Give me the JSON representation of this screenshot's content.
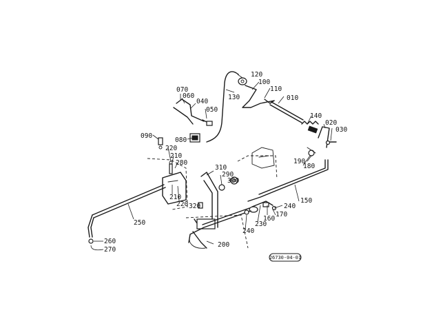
{
  "diagram": {
    "callouts": [
      {
        "id": "c-010",
        "label": "010"
      },
      {
        "id": "c-020",
        "label": "020"
      },
      {
        "id": "c-030",
        "label": "030"
      },
      {
        "id": "c-040",
        "label": "040"
      },
      {
        "id": "c-050",
        "label": "050"
      },
      {
        "id": "c-060",
        "label": "060"
      },
      {
        "id": "c-070",
        "label": "070"
      },
      {
        "id": "c-080",
        "label": "080"
      },
      {
        "id": "c-090",
        "label": "090"
      },
      {
        "id": "c-100",
        "label": "100"
      },
      {
        "id": "c-110",
        "label": "110"
      },
      {
        "id": "c-120",
        "label": "120"
      },
      {
        "id": "c-130",
        "label": "130"
      },
      {
        "id": "c-140",
        "label": "140"
      },
      {
        "id": "c-150",
        "label": "150"
      },
      {
        "id": "c-160",
        "label": "160"
      },
      {
        "id": "c-170",
        "label": "170"
      },
      {
        "id": "c-180",
        "label": "180"
      },
      {
        "id": "c-190",
        "label": "190"
      },
      {
        "id": "c-200",
        "label": "200"
      },
      {
        "id": "c-210a",
        "label": "210"
      },
      {
        "id": "c-210b",
        "label": "210"
      },
      {
        "id": "c-220a",
        "label": "220"
      },
      {
        "id": "c-220b",
        "label": "220"
      },
      {
        "id": "c-230",
        "label": "230"
      },
      {
        "id": "c-240a",
        "label": "240"
      },
      {
        "id": "c-240b",
        "label": "240"
      },
      {
        "id": "c-250",
        "label": "250"
      },
      {
        "id": "c-260",
        "label": "260"
      },
      {
        "id": "c-270",
        "label": "270"
      },
      {
        "id": "c-280",
        "label": "280"
      },
      {
        "id": "c-290",
        "label": "290"
      },
      {
        "id": "c-300",
        "label": "300"
      },
      {
        "id": "c-310",
        "label": "310"
      },
      {
        "id": "c-320",
        "label": "320"
      }
    ],
    "drawing_code": "26730-04-01"
  }
}
